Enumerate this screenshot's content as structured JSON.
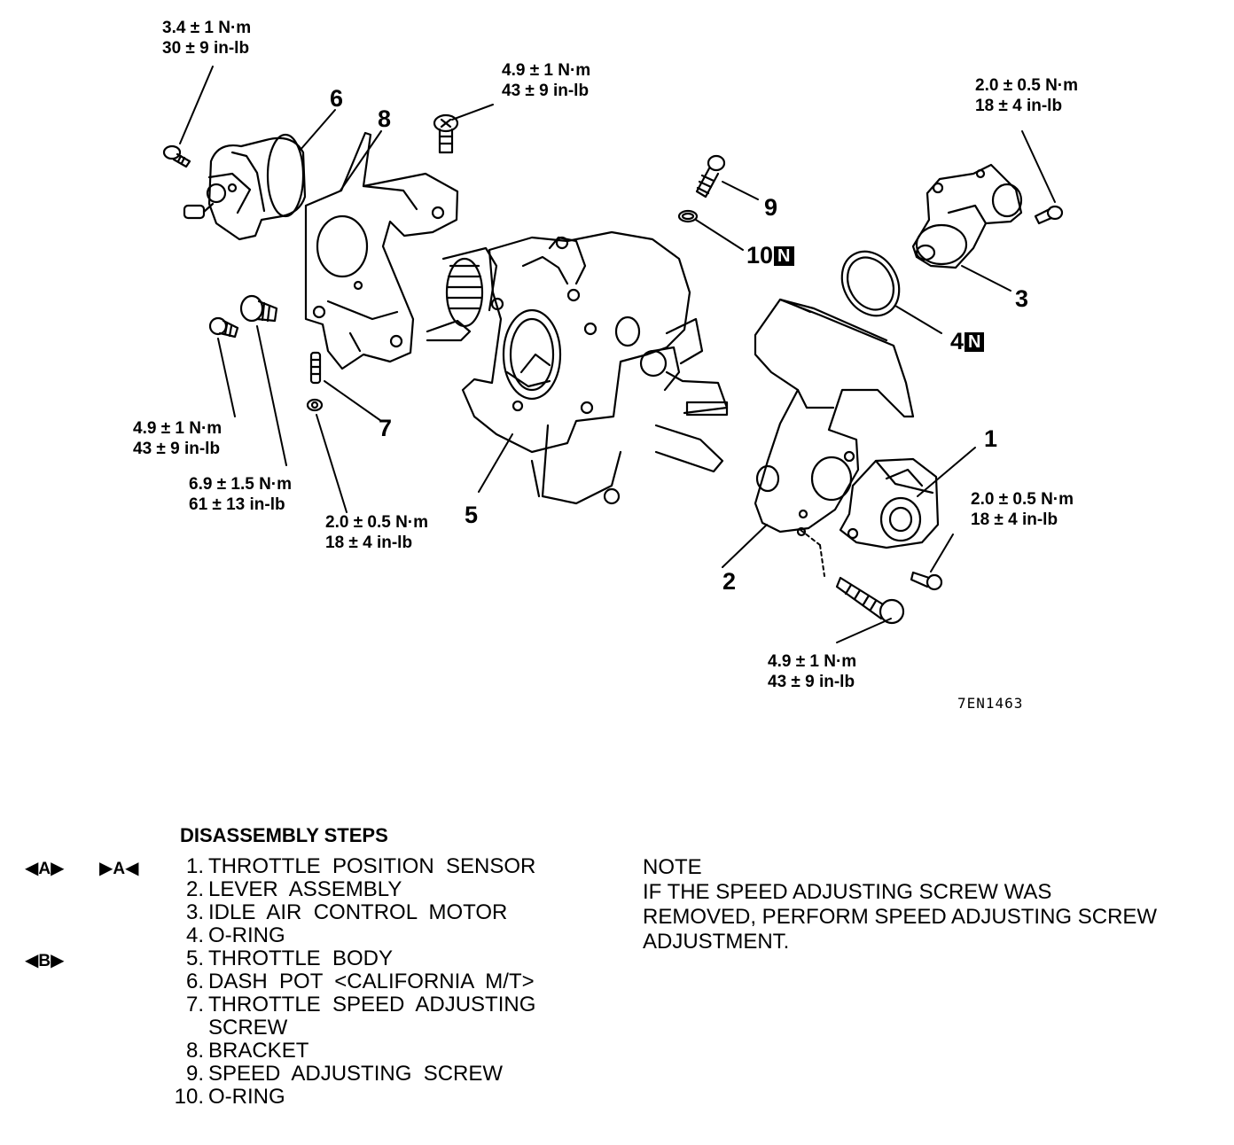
{
  "torque_callouts": [
    {
      "id": "tq-dashpot-screw",
      "nm": "3.4 ± 1 N·m",
      "inlb": "30 ± 9 in-lb"
    },
    {
      "id": "tq-bracket-screw-top",
      "nm": "4.9 ± 1 N·m",
      "inlb": "43 ± 9 in-lb"
    },
    {
      "id": "tq-iac-screw",
      "nm": "2.0 ± 0.5 N·m",
      "inlb": "18 ± 4 in-lb"
    },
    {
      "id": "tq-bolt-left",
      "nm": "4.9 ± 1 N·m",
      "inlb": "43 ± 9 in-lb"
    },
    {
      "id": "tq-bolt-large",
      "nm": "6.9 ± 1.5 N·m",
      "inlb": "61 ± 13 in-lb"
    },
    {
      "id": "tq-nut",
      "nm": "2.0 ± 0.5 N·m",
      "inlb": "18 ± 4 in-lb"
    },
    {
      "id": "tq-tps-screw",
      "nm": "2.0 ± 0.5 N·m",
      "inlb": "18 ± 4 in-lb"
    },
    {
      "id": "tq-lever-bolt",
      "nm": "4.9 ± 1 N·m",
      "inlb": "43 ± 9 in-lb"
    }
  ],
  "part_labels": {
    "p1": "1",
    "p2": "2",
    "p3": "3",
    "p4": "4",
    "p5": "5",
    "p6": "6",
    "p7": "7",
    "p8": "8",
    "p9": "9",
    "p10": "10"
  },
  "new_part_badge": "N",
  "figure_code": "7EN1463",
  "steps_title": "DISASSEMBLY STEPS",
  "steps": [
    {
      "num": "1.",
      "text": "THROTTLE  POSITION  SENSOR"
    },
    {
      "num": "2.",
      "text": "LEVER  ASSEMBLY"
    },
    {
      "num": "3.",
      "text": "IDLE  AIR  CONTROL  MOTOR"
    },
    {
      "num": "4.",
      "text": "O-RING"
    },
    {
      "num": "5.",
      "text": "THROTTLE  BODY"
    },
    {
      "num": "6.",
      "text": "DASH  POT  <CALIFORNIA  M/T>"
    },
    {
      "num": "7.",
      "text": "THROTTLE  SPEED  ADJUSTING",
      "cont": "SCREW"
    },
    {
      "num": "8.",
      "text": "BRACKET"
    },
    {
      "num": "9.",
      "text": "SPEED  ADJUSTING  SCREW"
    },
    {
      "num": "10.",
      "text": "O-RING"
    }
  ],
  "markers": {
    "removal_A": "A",
    "install_A": "A",
    "removal_B": "B"
  },
  "note": {
    "title": "NOTE",
    "lines": [
      "IF THE SPEED ADJUSTING SCREW WAS",
      "REMOVED, PERFORM SPEED ADJUSTING SCREW",
      "ADJUSTMENT."
    ]
  }
}
